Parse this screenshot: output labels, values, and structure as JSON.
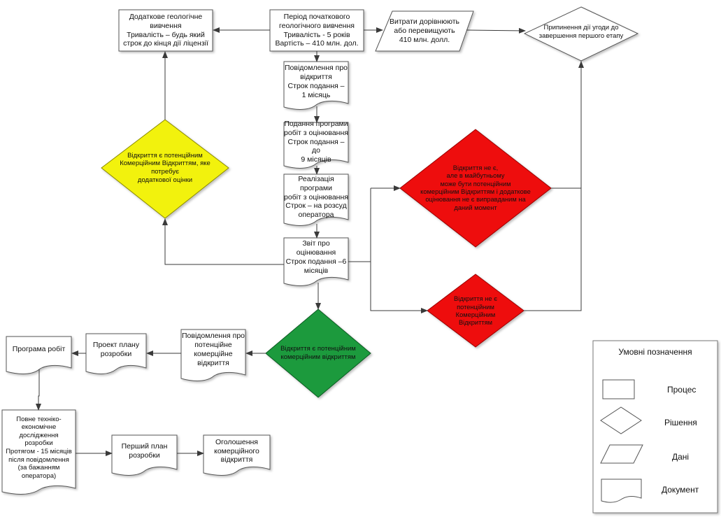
{
  "nodes": {
    "additional_study": "Додаткове геологічне\nвивчення\nТривалість – будь який\nстрок до кінця дії ліцензії",
    "initial_period": "Період початкового\nгеологічного вивчення\nТривалість - 5 років\nВартість – 410 млн. дол.",
    "costs": "Витрати дорівнюють\nабо перевищують\n410 млн. долл.",
    "termination": "Припинення дії угоди до\nзавершення першого етапу",
    "discovery_notice": "Повідомлення про\nвідкриття\nСтрок подання –\n1 місяць",
    "program_submission": "Подання програми\nробіт з оцінювання\nСтрок подання – до\n9 місяців",
    "program_implementation": "Реалізація\nпрограми\nробіт з оцінювання\nСтрок – на розсуд\nоператора",
    "evaluation_report": "Звіт про\nоцінювання\nСтрок подання –6\nмісяців",
    "yellow_decision": "Відкриття є потенційним\nКомерційним Відкриттям, яке\nпотребує\nдодаткової оцінки",
    "red_decision_1": "Відкриття не є,\nале в майбутньому\nможе бути потенційним\nкомерційним Відкриттям і додаткове\nоцінювання не є виправданим на\nданий момент",
    "red_decision_2": "Відкриття не є\nпотенційним\nКомерційним\nВідкриттям",
    "green_decision": "Відкриття є потенційним\nкомерційним відкриттям",
    "potential_notice": "Повідомлення про\nпотенційне\nкомерційне\nвідкриття",
    "draft_plan": "Проект плану\nрозробки",
    "work_program": "Програма робіт",
    "feasibility": "Повне  техніко-\nекономічне\nдослідження\nрозробки\nПротягом - 15 місяців\nпісля повідомлення\n(за бажанням\nоператора)",
    "first_plan": "Перший план\nрозробки",
    "announcement": "Оголошення\nкомерційного\nвідкриття"
  },
  "legend": {
    "title": "Умовні позначення",
    "process": "Процес",
    "decision": "Рішення",
    "data": "Дані",
    "document": "Документ"
  },
  "colors": {
    "yellow": "#f2f20f",
    "red": "#ee1111",
    "green": "#1a9a3e",
    "line": "#3a3a3a"
  }
}
